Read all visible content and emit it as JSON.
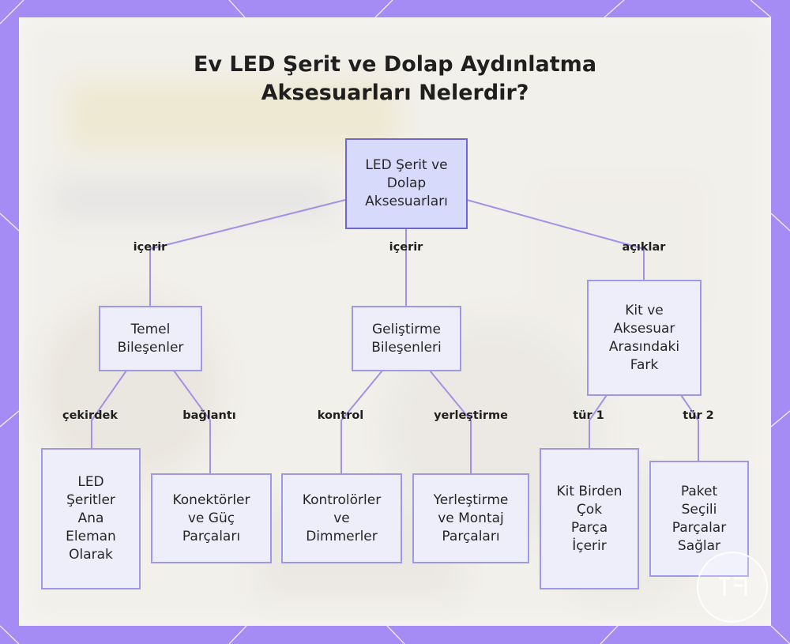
{
  "title_lines": [
    "Ev LED Şerit ve Dolap Aydınlatma",
    "Aksesuarları Nelerdir?"
  ],
  "colors": {
    "frame": "#a58cf5",
    "panel": "#f6f5f2",
    "node_fill": "#eeeefb",
    "node_border": "#9f97e8",
    "root_fill": "#d8dafc",
    "root_border": "#6f67d9",
    "edge": "#a590e6"
  },
  "nodes": {
    "root": "LED Şerit ve\nDolap\nAksesuarları",
    "temel": "Temel\nBileşenler",
    "gelistirme": "Geliştirme\nBileşenleri",
    "fark": "Kit ve\nAksesuar\nArasındaki\nFark",
    "led": "LED\nŞeritler\nAna\nEleman\nOlarak",
    "konektor": "Konektörler\nve Güç\nParçaları",
    "kontrolor": "Kontrolörler\nve\nDimmerler",
    "yerlestirme": "Yerleştirme\nve Montaj\nParçaları",
    "kit": "Kit Birden\nÇok\nParça\nİçerir",
    "paket": "Paket\nSeçili\nParçalar\nSağlar"
  },
  "edge_labels": {
    "root_temel": "içerir",
    "root_gelistirme": "içerir",
    "root_fark": "açıklar",
    "temel_led": "çekirdek",
    "temel_konektor": "bağlantı",
    "gelistirme_kontrolor": "kontrol",
    "gelistirme_yerlestirme": "yerleştirme",
    "fark_kit": "tür 1",
    "fark_paket": "tür 2"
  }
}
